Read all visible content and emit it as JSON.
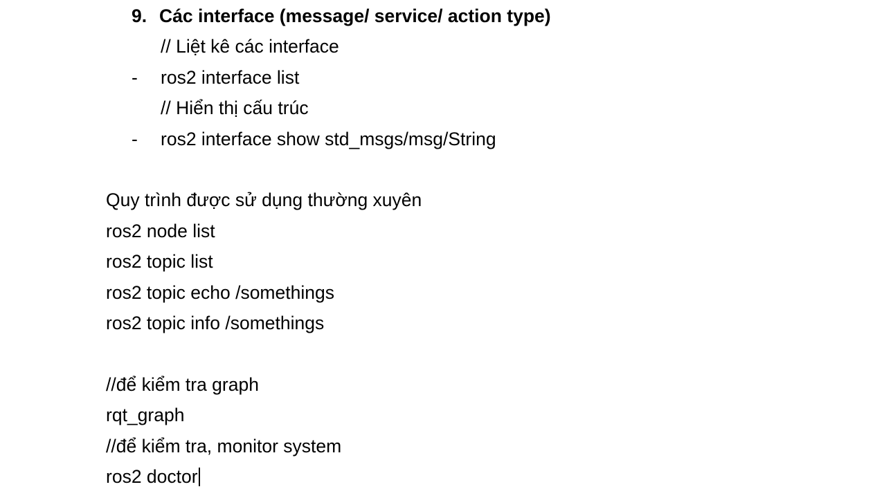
{
  "page": {
    "background_color": "#ffffff",
    "text_color": "#000000"
  },
  "doc": {
    "heading": {
      "number": "9.",
      "text": "Các interface (message/ service/ action type)"
    },
    "interface_section": [
      {
        "kind": "comment",
        "text": "// Liệt kê các interface"
      },
      {
        "kind": "bullet",
        "marker": "-",
        "text": "ros2 interface list"
      },
      {
        "kind": "comment",
        "text": "// Hiển thị cấu trúc"
      },
      {
        "kind": "bullet",
        "marker": "-",
        "text": "ros2 interface show std_msgs/msg/String"
      }
    ],
    "workflow_section": [
      "Quy trình được sử dụng thường xuyên",
      "ros2 node list",
      "ros2 topic list",
      "ros2 topic echo /somethings",
      "ros2 topic info /somethings"
    ],
    "monitor_section": [
      "//để kiểm tra graph",
      "rqt_graph",
      "//để kiểm tra, monitor system",
      "ros2 doctor"
    ]
  }
}
